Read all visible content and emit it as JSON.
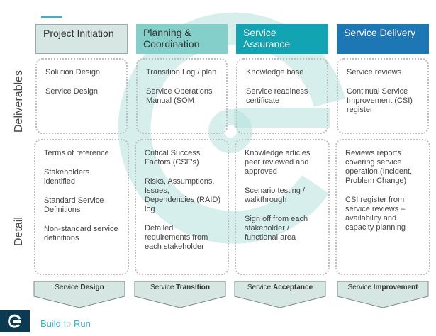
{
  "rows": [
    "Deliverables",
    "Detail"
  ],
  "columns": [
    {
      "title": "Project Initiation",
      "deliverables": [
        "Solution Design",
        "Service Design"
      ],
      "detail": [
        "Terms of reference",
        "Stakeholders identified",
        "Standard Service Definitions",
        "Non-standard service definitions"
      ],
      "banner_prefix": "Service",
      "banner_bold": "Design"
    },
    {
      "title": "Planning & Coordination",
      "deliverables": [
        "Transition Log / plan",
        "Service Operations Manual (SOM"
      ],
      "detail": [
        "Critical Success Factors (CSF's)",
        "Risks, Assumptions, Issues, Dependencies (RAID) log",
        "Detailed requirements from each stakeholder"
      ],
      "banner_prefix": "Service",
      "banner_bold": "Transition"
    },
    {
      "title": "Service Assurance",
      "deliverables": [
        "Knowledge base",
        "Service readiness certificate"
      ],
      "detail": [
        "Knowledge articles peer reviewed and approved",
        "Scenario testing / walkthrough",
        "Sign off from each stakeholder / functional area"
      ],
      "banner_prefix": "Service",
      "banner_bold": "Acceptance"
    },
    {
      "title": "Service Delivery",
      "deliverables": [
        "Service reviews",
        "Continual Service Improvement (CSI) register"
      ],
      "detail": [
        "Reviews reports covering service operation (Incident, Problem Change)",
        "CSI register from service reviews – availability and capacity planning"
      ],
      "banner_prefix": "Service",
      "banner_bold": "Improvement"
    }
  ],
  "footer": {
    "word1": "Build",
    "word2": "to",
    "word3": "Run"
  },
  "colors": {
    "head_bg": [
      "#d5e6e3",
      "#84cfc9",
      "#12a4b3",
      "#1d77b5"
    ],
    "head_fg": [
      "#333333",
      "#333333",
      "#ffffff",
      "#ffffff"
    ],
    "banner_fill": "#d5e6e3",
    "banner_stroke": "#7a8a88",
    "accent": "#3bb0c9",
    "logo": "#0b3b52",
    "watermark": "#b4e2dd"
  },
  "icons": {
    "watermark": "large-e-logo-watermark",
    "logo": "brand-e-icon"
  }
}
